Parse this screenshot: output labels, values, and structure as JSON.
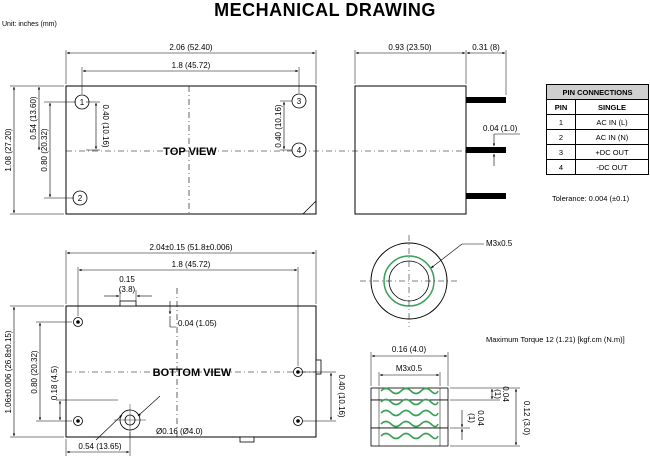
{
  "title": "MECHANICAL DRAWING",
  "unit": "Unit: inches (mm)",
  "top_view": {
    "label": "TOP VIEW",
    "dims": {
      "overall_width": "2.06 (52.40)",
      "pin_span": "1.8 (45.72)",
      "height": "1.08 (27.20)",
      "h_054": "0.54 (13.60)",
      "h_080": "0.80 (20.32)",
      "pin12_gap": "0.40 (10.16)",
      "pin34_gap": "0.40 (10.16)"
    },
    "pins": [
      "1",
      "2",
      "3",
      "4"
    ]
  },
  "side_view": {
    "body_width": "0.93 (23.50)",
    "pin_length": "0.31 (8)",
    "pin_dia": "0.04 (1.0)"
  },
  "pin_table": {
    "caption": "PIN CONNECTIONS",
    "headers": [
      "PIN",
      "SINGLE"
    ],
    "rows": [
      [
        "1",
        "AC IN (L)"
      ],
      [
        "2",
        "AC IN (N)"
      ],
      [
        "3",
        "+DC OUT"
      ],
      [
        "4",
        "-DC OUT"
      ]
    ]
  },
  "tolerance": "Tolerance: 0.004 (±0.1)",
  "bottom_view": {
    "label": "BOTTOM VIEW",
    "dims": {
      "overall_width": "2.04±0.15 (51.8±0.006)",
      "pin_span": "1.8 (45.72)",
      "d_015": "0.15",
      "d_015_mm": "(3.8)",
      "d_004": "0.04 (1.05)",
      "height": "1.06±0.006 (26.8±0.15)",
      "h_080": "0.80 (20.32)",
      "h_018": "0.18 (4.5)",
      "right_040": "0.40 (10.16)",
      "hole_dia": "Ø0.16 (Ø4.0)",
      "bottom_054": "0.54 (13.65)"
    }
  },
  "insert": {
    "thread": "M3x0.5",
    "torque": "Maximum Torque  12 (1.21)  [kgf.cm (N.m)]",
    "width": "0.16 (4.0)",
    "thread2": "M3x0.5",
    "d_004a": "0.04",
    "d_004a_mm": "(1)",
    "d_004b": "0.04",
    "d_004b_mm": "(1)",
    "height": "0.12 (3.0)"
  }
}
